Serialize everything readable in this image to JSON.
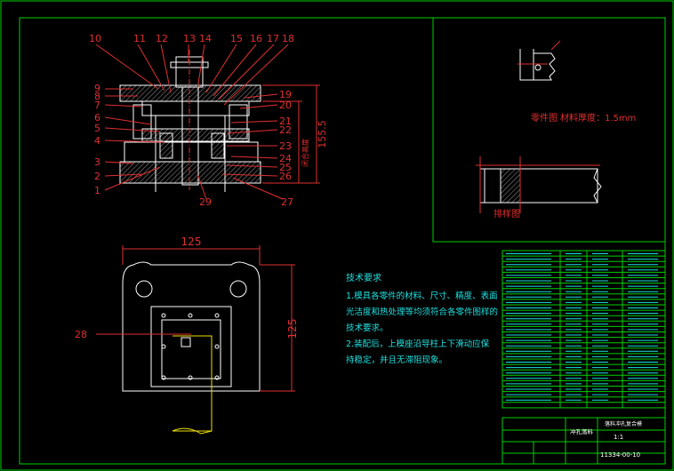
{
  "colors": {
    "background": "#000000",
    "frame": "#00d000",
    "geometry": "#ffffff",
    "callout": "#e03030",
    "note_text": "#20e0e0",
    "strip": "#f0e000"
  },
  "callouts_top": [
    "10",
    "11",
    "12",
    "13",
    "14",
    "15",
    "16",
    "17",
    "18"
  ],
  "callouts_left": [
    "9",
    "8",
    "7",
    "6",
    "5",
    "4",
    "3",
    "2",
    "1"
  ],
  "callouts_right": [
    "19",
    "20",
    "21",
    "22",
    "23",
    "24",
    "25",
    "26"
  ],
  "callout_29": "29",
  "callout_27": "27",
  "callout_28": "28",
  "dims": {
    "height_main": "155.5",
    "height_inner": "闭合高度",
    "width_plan": "125",
    "height_plan": "125"
  },
  "part_label": "零件图",
  "thickness_label": "材料厚度：1.5mm",
  "layout_label": "排样图",
  "notes": {
    "title": "技术要求",
    "line1": "1.模具各零件的材料、尺寸、精度、表面",
    "line2": "光洁度和热处理等均须符合各零件图样的",
    "line3": "技术要求。",
    "line4": "2.装配后，上模座沿导柱上下滑动应保",
    "line5": "持稳定，并且无滞阻现象。"
  },
  "title_block": {
    "company": "冲孔落料",
    "name_right": "落料冲孔复合模",
    "drawing_no": "11334-00-10",
    "scale": "1:1"
  }
}
